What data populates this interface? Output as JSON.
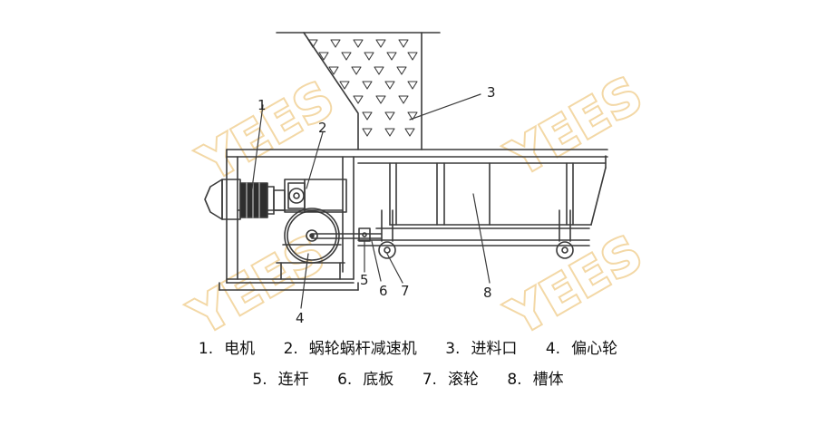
{
  "watermark": "YEES",
  "callouts": [
    "1",
    "2",
    "3",
    "4",
    "5",
    "6",
    "7",
    "8"
  ],
  "legend": [
    [
      {
        "num": "1.",
        "label": "电机"
      },
      {
        "num": "2.",
        "label": "蜗轮蜗杆减速机"
      },
      {
        "num": "3.",
        "label": "进料口"
      },
      {
        "num": "4.",
        "label": "偏心轮"
      }
    ],
    [
      {
        "num": "5.",
        "label": "连杆"
      },
      {
        "num": "6.",
        "label": "底板"
      },
      {
        "num": "7.",
        "label": "滚轮"
      },
      {
        "num": "8.",
        "label": "槽体"
      }
    ]
  ],
  "colors": {
    "line": "#3a3a3a",
    "watermark_outline": "#f3d8a6",
    "text": "#111111"
  }
}
